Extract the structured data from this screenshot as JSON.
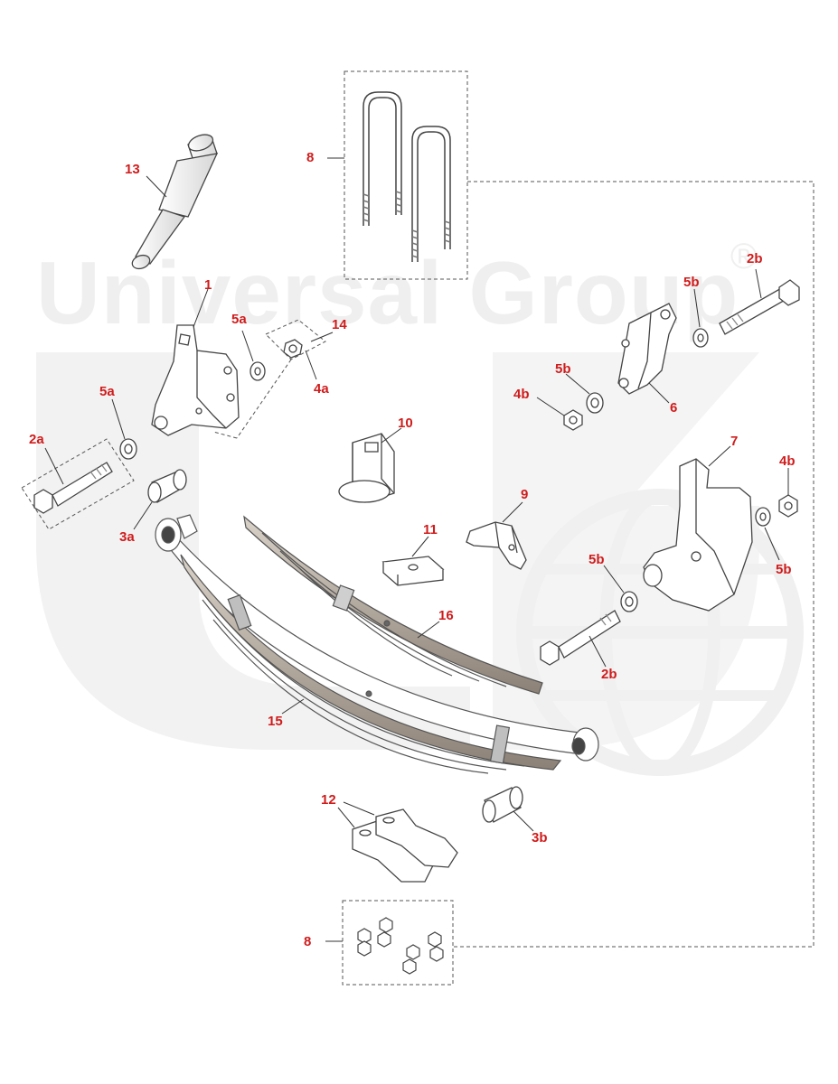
{
  "watermark": {
    "brand_text": "Universal Group",
    "registered_mark": "®"
  },
  "colors": {
    "callout": "#d01c1c",
    "line": "#333333",
    "watermark": "#efefef",
    "spring_leaf": "#9a8f82"
  },
  "callouts": {
    "c13": "13",
    "c8_top": "8",
    "c8_bottom": "8",
    "c1": "1",
    "c5a_upper": "5a",
    "c14": "14",
    "c4a": "4a",
    "c5a_left": "5a",
    "c2a": "2a",
    "c3a": "3a",
    "c2b_top": "2b",
    "c5b_top": "5b",
    "c5b_mid": "5b",
    "c4b_left": "4b",
    "c6": "6",
    "c7": "7",
    "c4b_right": "4b",
    "c5b_right": "5b",
    "c10": "10",
    "c9": "9",
    "c11": "11",
    "c16": "16",
    "c15": "15",
    "c5b_lower": "5b",
    "c2b_lower": "2b",
    "c12": "12",
    "c3b": "3b"
  }
}
